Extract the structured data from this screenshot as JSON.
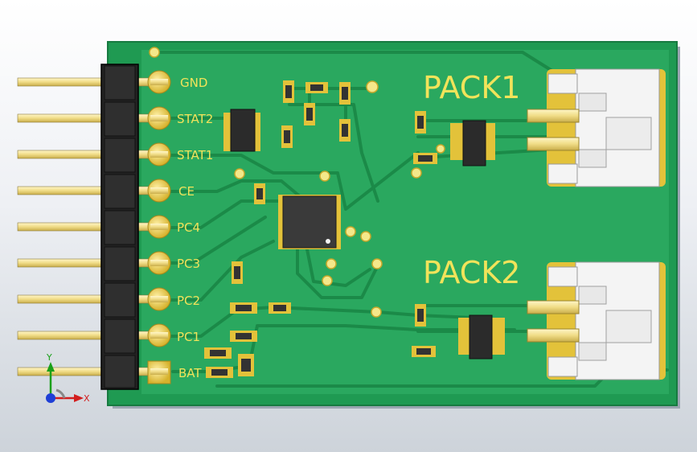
{
  "board": {
    "pins": [
      {
        "label": "GND"
      },
      {
        "label": "STAT2"
      },
      {
        "label": "STAT1"
      },
      {
        "label": "CE"
      },
      {
        "label": "PC4"
      },
      {
        "label": "PC3"
      },
      {
        "label": "PC2"
      },
      {
        "label": "PC1"
      },
      {
        "label": "BAT"
      }
    ],
    "packs": [
      {
        "label": "PACK1"
      },
      {
        "label": "PACK2"
      }
    ]
  },
  "triad": {
    "x": "X",
    "y": "Y"
  },
  "colors": {
    "pcb": "#1f9a52",
    "pcb_light": "#2aa85f",
    "copper_pad": "#e3c23a",
    "silkscreen": "#f1e35a",
    "header_plastic": "#2a2a2a",
    "connector": "#f4f4f4"
  }
}
